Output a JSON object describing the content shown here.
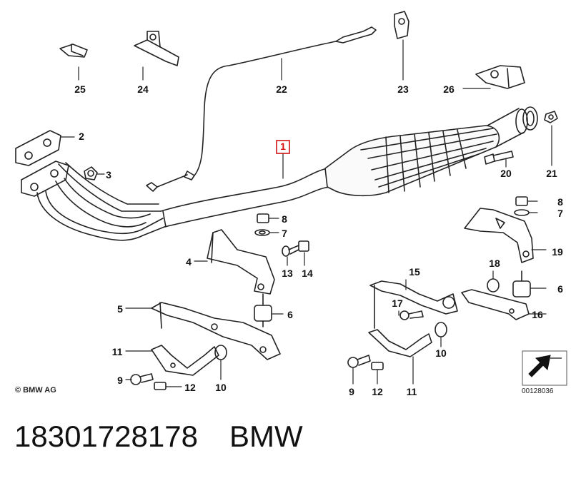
{
  "copyright": "© BMW AG",
  "diagram_id": "00128036",
  "part_number": "18301728178",
  "brand": "BMW",
  "highlight_color": "#d11111",
  "callouts": [
    {
      "id": "1",
      "highlighted": true
    },
    {
      "id": "2"
    },
    {
      "id": "3"
    },
    {
      "id": "4"
    },
    {
      "id": "5"
    },
    {
      "id": "6"
    },
    {
      "id": "6"
    },
    {
      "id": "7"
    },
    {
      "id": "7"
    },
    {
      "id": "8"
    },
    {
      "id": "8"
    },
    {
      "id": "9"
    },
    {
      "id": "9"
    },
    {
      "id": "10"
    },
    {
      "id": "10"
    },
    {
      "id": "11"
    },
    {
      "id": "11"
    },
    {
      "id": "12"
    },
    {
      "id": "12"
    },
    {
      "id": "13"
    },
    {
      "id": "14"
    },
    {
      "id": "15"
    },
    {
      "id": "16"
    },
    {
      "id": "17"
    },
    {
      "id": "18"
    },
    {
      "id": "19"
    },
    {
      "id": "20"
    },
    {
      "id": "21"
    },
    {
      "id": "22"
    },
    {
      "id": "23"
    },
    {
      "id": "24"
    },
    {
      "id": "25"
    },
    {
      "id": "26"
    }
  ]
}
